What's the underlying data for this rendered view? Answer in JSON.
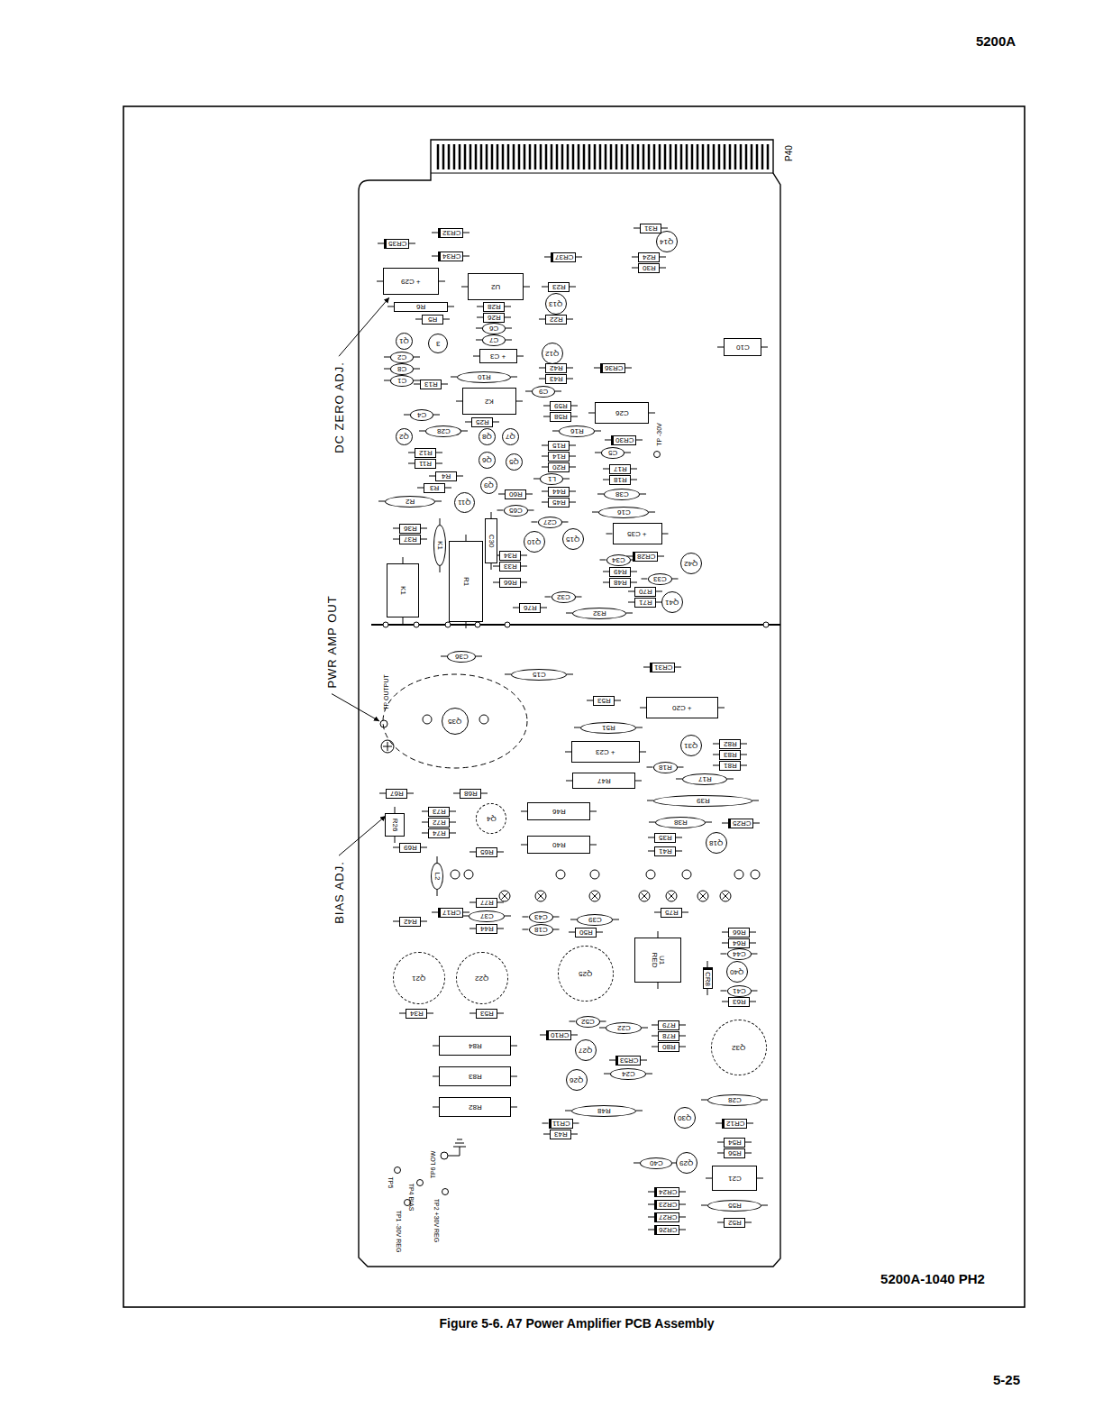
{
  "diagram": {
    "caption": "Figure 5-6. A7 Power Amplifier PCB Assembly",
    "nodes": [
      {
        "text": [
          "CR35"
        ]
      },
      {
        "text": [
          "CR32"
        ]
      },
      {
        "text": [
          "CR34"
        ]
      },
      {
        "text": [
          "CR37"
        ]
      },
      {
        "text": [
          "R31"
        ]
      },
      {
        "text": [
          "Q14"
        ]
      },
      {
        "text": [
          "R24"
        ]
      },
      {
        "text": [
          "R30"
        ]
      },
      {
        "text": [
          "+ C29"
        ]
      },
      {
        "text": [
          "U2"
        ]
      },
      {
        "text": [
          "R23"
        ]
      },
      {
        "text": [
          "Q13"
        ]
      },
      {
        "text": [
          "R22"
        ]
      },
      {
        "text": [
          "R6"
        ]
      },
      {
        "text": [
          "R5"
        ]
      },
      {
        "text": [
          "R28"
        ]
      },
      {
        "text": [
          "R26"
        ]
      },
      {
        "text": [
          "C6"
        ]
      },
      {
        "text": [
          "C7"
        ]
      },
      {
        "text": [
          "C10"
        ]
      },
      {
        "text": [
          "+ C3"
        ]
      },
      {
        "text": [
          "3"
        ]
      },
      {
        "text": [
          "Q1"
        ]
      },
      {
        "text": [
          "C2"
        ]
      },
      {
        "text": [
          "C8"
        ]
      },
      {
        "text": [
          "C1"
        ]
      },
      {
        "text": [
          "R13"
        ]
      },
      {
        "text": [
          "R10"
        ]
      },
      {
        "text": [
          "Q12"
        ]
      },
      {
        "text": [
          "R42"
        ]
      },
      {
        "text": [
          "R43"
        ]
      },
      {
        "text": [
          "CR36"
        ]
      },
      {
        "text": [
          "C9"
        ]
      },
      {
        "text": [
          "K2"
        ]
      },
      {
        "text": [
          "R59"
        ]
      },
      {
        "text": [
          "R58"
        ]
      },
      {
        "text": [
          "C26"
        ]
      },
      {
        "text": [
          "C4"
        ]
      },
      {
        "text": [
          "C28"
        ]
      },
      {
        "text": [
          "Q2"
        ]
      },
      {
        "text": [
          "R12"
        ]
      },
      {
        "text": [
          "R11"
        ]
      },
      {
        "text": [
          "R25"
        ]
      },
      {
        "text": [
          "Q8"
        ]
      },
      {
        "text": [
          "Q7"
        ]
      },
      {
        "text": [
          "R16"
        ]
      },
      {
        "text": [
          "CR30"
        ]
      },
      {
        "text": [
          "R15"
        ]
      },
      {
        "text": [
          "R14"
        ]
      },
      {
        "text": [
          "C5"
        ]
      },
      {
        "text": [
          "R20"
        ]
      },
      {
        "text": [
          "R4"
        ]
      },
      {
        "text": [
          "R3"
        ]
      },
      {
        "text": [
          "Q6"
        ]
      },
      {
        "text": [
          "Q5"
        ]
      },
      {
        "text": [
          "R17"
        ]
      },
      {
        "text": [
          "R18"
        ]
      },
      {
        "text": [
          "L1"
        ]
      },
      {
        "text": [
          "R44"
        ]
      },
      {
        "text": [
          "R45"
        ]
      },
      {
        "text": [
          "C38"
        ]
      },
      {
        "text": [
          "C16"
        ]
      },
      {
        "text": [
          "R2"
        ]
      },
      {
        "text": [
          "Q11"
        ]
      },
      {
        "text": [
          "Q9"
        ]
      },
      {
        "text": [
          "R60"
        ]
      },
      {
        "text": [
          "C65"
        ]
      },
      {
        "text": [
          "R36"
        ]
      },
      {
        "text": [
          "R37"
        ]
      },
      {
        "text": [
          "K1"
        ]
      },
      {
        "text": [
          "C30"
        ]
      },
      {
        "text": [
          "C27"
        ]
      },
      {
        "text": [
          "Q10"
        ]
      },
      {
        "text": [
          "Q15"
        ]
      },
      {
        "text": [
          "+ C35"
        ]
      },
      {
        "text": [
          "R34"
        ]
      },
      {
        "text": [
          "R33"
        ]
      },
      {
        "text": [
          "R66"
        ]
      },
      {
        "text": [
          "CR28"
        ]
      },
      {
        "text": [
          "C34"
        ]
      },
      {
        "text": [
          "R49"
        ]
      },
      {
        "text": [
          "R48"
        ]
      },
      {
        "text": [
          "C33"
        ]
      },
      {
        "text": [
          "K1"
        ]
      },
      {
        "text": [
          "R1"
        ]
      },
      {
        "text": [
          "Q42"
        ]
      },
      {
        "text": [
          "Q41"
        ]
      },
      {
        "text": [
          "C32"
        ]
      },
      {
        "text": [
          "R70"
        ]
      },
      {
        "text": [
          "R71"
        ]
      },
      {
        "text": [
          "R76"
        ]
      },
      {
        "text": [
          "R32"
        ]
      },
      {
        "text": [
          "C36"
        ]
      },
      {
        "text": [
          "C15"
        ]
      },
      {
        "text": [
          "CR31"
        ]
      },
      {
        "text": [
          "Q35"
        ]
      },
      {
        "text": [
          "R53"
        ]
      },
      {
        "text": [
          "+ C20"
        ]
      },
      {
        "text": [
          "R51"
        ]
      },
      {
        "text": [
          "+ C23"
        ]
      },
      {
        "text": [
          "Q31"
        ]
      },
      {
        "text": [
          "R82"
        ]
      },
      {
        "text": [
          "R83"
        ]
      },
      {
        "text": [
          "R81"
        ]
      },
      {
        "text": [
          "R47"
        ]
      },
      {
        "text": [
          "R18"
        ]
      },
      {
        "text": [
          "R17"
        ]
      },
      {
        "text": [
          "R39"
        ]
      },
      {
        "text": [
          "R38"
        ]
      },
      {
        "text": [
          "CR25"
        ]
      },
      {
        "text": [
          "R46"
        ]
      },
      {
        "text": [
          "R40"
        ]
      },
      {
        "text": [
          "R35"
        ]
      },
      {
        "text": [
          "R41"
        ]
      },
      {
        "text": [
          "Q18"
        ]
      },
      {
        "text": [
          "R67"
        ]
      },
      {
        "text": [
          "R68"
        ]
      },
      {
        "text": [
          "R73"
        ]
      },
      {
        "text": [
          "R72"
        ]
      },
      {
        "text": [
          "R26"
        ]
      },
      {
        "text": [
          "Q4"
        ]
      },
      {
        "text": [
          "R74"
        ]
      },
      {
        "text": [
          "R69"
        ]
      },
      {
        "text": [
          "R65"
        ]
      },
      {
        "text": [
          "L2"
        ]
      },
      {
        "text": [
          "R77"
        ]
      },
      {
        "text": [
          "C43"
        ]
      },
      {
        "text": [
          "C37"
        ]
      },
      {
        "text": [
          "CR17"
        ]
      },
      {
        "text": [
          "R44"
        ]
      },
      {
        "text": [
          "R42"
        ]
      },
      {
        "text": [
          "C18"
        ]
      },
      {
        "text": [
          "C39"
        ]
      },
      {
        "text": [
          "R50"
        ]
      },
      {
        "text": [
          "R75"
        ]
      },
      {
        "text": [
          "U1",
          "RED"
        ]
      },
      {
        "text": [
          "CR8"
        ]
      },
      {
        "text": [
          "R66"
        ]
      },
      {
        "text": [
          "R64"
        ]
      },
      {
        "text": [
          "C44"
        ]
      },
      {
        "text": [
          "Q40"
        ]
      },
      {
        "text": [
          "C41"
        ]
      },
      {
        "text": [
          "R63"
        ]
      },
      {
        "text": [
          "Q21"
        ]
      },
      {
        "text": [
          "Q22"
        ]
      },
      {
        "text": [
          "Q25"
        ]
      },
      {
        "text": [
          "R34"
        ]
      },
      {
        "text": [
          "R53"
        ]
      },
      {
        "text": [
          "R84"
        ]
      },
      {
        "text": [
          "R83"
        ]
      },
      {
        "text": [
          "R82"
        ]
      },
      {
        "text": [
          "C52"
        ]
      },
      {
        "text": [
          "CR10"
        ]
      },
      {
        "text": [
          "C22"
        ]
      },
      {
        "text": [
          "R79"
        ]
      },
      {
        "text": [
          "R78"
        ]
      },
      {
        "text": [
          "R80"
        ]
      },
      {
        "text": [
          "Q32"
        ]
      },
      {
        "text": [
          "Q27"
        ]
      },
      {
        "text": [
          "CR53"
        ]
      },
      {
        "text": [
          "C24"
        ]
      },
      {
        "text": [
          "Q26"
        ]
      },
      {
        "text": [
          "R48"
        ]
      },
      {
        "text": [
          "CR11"
        ]
      },
      {
        "text": [
          "R43"
        ]
      },
      {
        "text": [
          "Q30"
        ]
      },
      {
        "text": [
          "C28"
        ]
      },
      {
        "text": [
          "CR12"
        ]
      },
      {
        "text": [
          "R54"
        ]
      },
      {
        "text": [
          "R56"
        ]
      },
      {
        "text": [
          "C40"
        ]
      },
      {
        "text": [
          "Q29"
        ]
      },
      {
        "text": [
          "C21"
        ]
      },
      {
        "text": [
          "R55"
        ]
      },
      {
        "text": [
          "R52"
        ]
      },
      {
        "text": [
          "CR24"
        ]
      },
      {
        "text": [
          "CR23"
        ]
      },
      {
        "text": [
          "CR27"
        ]
      },
      {
        "text": [
          "CR26"
        ]
      }
    ],
    "labels": [
      "5200A",
      "P40",
      "DC ZERO ADJ.",
      "PWR AMP OUT",
      "BIAS ADJ.",
      "TP OUTPUT",
      "TP -30V",
      "TP6 LOW",
      "TP5",
      "TP4 BIAS",
      "TP2 +30V REG",
      "TP1 -30V REG",
      "5200A-1040 PH2",
      "5-25"
    ]
  }
}
